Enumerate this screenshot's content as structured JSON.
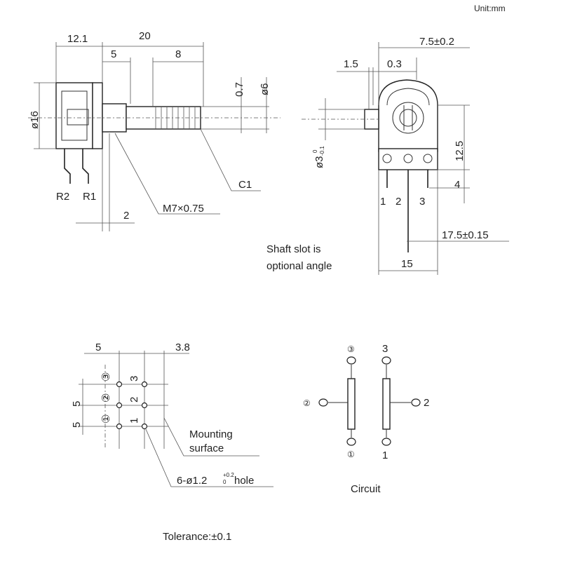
{
  "unit": "Unit:mm",
  "side_view": {
    "dim_12_1": "12.1",
    "dim_20": "20",
    "dim_5": "5",
    "dim_8": "8",
    "dim_0_7": "0.7",
    "dim_dia6": "ø6",
    "dim_dia16": "ø16",
    "dim_2": "2",
    "thread": "M7×0.75",
    "chamfer": "C1",
    "label_r2": "R2",
    "label_r1": "R1"
  },
  "front_view": {
    "dim_7_5": "7.5±0.2",
    "dim_1_5": "1.5",
    "dim_0_3": "0.3",
    "dim_dia3": "ø3",
    "dim_dia3_tol_upper": "0",
    "dim_dia3_tol_lower": "-0.1",
    "dim_12_5": "12.5",
    "dim_4": "4",
    "dim_17_5": "17.5±0.15",
    "dim_15": "15",
    "pin1": "1",
    "pin2": "2",
    "pin3": "3",
    "note_line1": "Shaft slot is",
    "note_line2": "optional angle"
  },
  "footprint": {
    "dim_5_top": "5",
    "dim_3_8": "3.8",
    "dim_5_left_a": "5",
    "dim_5_left_b": "5",
    "circled_3": "③",
    "circled_2": "②",
    "circled_1": "①",
    "num_3": "3",
    "num_2": "2",
    "num_1": "1",
    "mount_line1": "Mounting",
    "mount_line2": "surface",
    "hole_main": "6-ø1.2",
    "hole_tol_upper": "+0.2",
    "hole_tol_lower": "0",
    "hole_suffix": " hole"
  },
  "circuit": {
    "circled_3": "③",
    "circled_2": "②",
    "circled_1": "①",
    "num_3": "3",
    "num_2": "2",
    "num_1": "1",
    "title": "Circuit"
  },
  "tolerance": "Tolerance:±0.1"
}
